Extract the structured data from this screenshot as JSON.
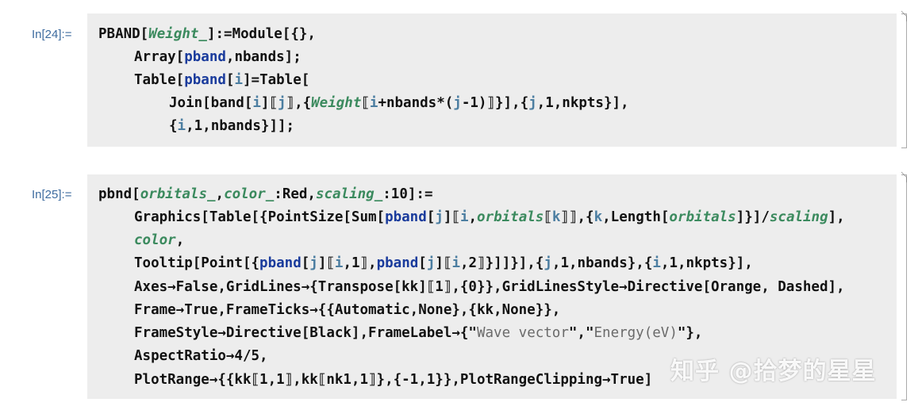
{
  "cells": [
    {
      "label": "In[24]:=",
      "lines": [
        [
          {
            "t": "PBAND[",
            "c": ""
          },
          {
            "t": "Weight_",
            "c": "g"
          },
          {
            "t": "]:=Module[{},",
            "c": ""
          }
        ],
        [
          {
            "t": "Array[",
            "c": ""
          },
          {
            "t": "pband",
            "c": "p"
          },
          {
            "t": ",nbands];",
            "c": ""
          }
        ],
        [
          {
            "t": "Table[",
            "c": ""
          },
          {
            "t": "pband",
            "c": "p"
          },
          {
            "t": "[",
            "c": ""
          },
          {
            "t": "i",
            "c": "l"
          },
          {
            "t": "]=Table[",
            "c": ""
          }
        ],
        [
          {
            "t": "Join[band[",
            "c": ""
          },
          {
            "t": "i",
            "c": "l"
          },
          {
            "t": "]⟦",
            "c": ""
          },
          {
            "t": "j",
            "c": "l"
          },
          {
            "t": "⟧,{",
            "c": ""
          },
          {
            "t": "Weight",
            "c": "g"
          },
          {
            "t": "⟦",
            "c": ""
          },
          {
            "t": "i",
            "c": "l"
          },
          {
            "t": "+nbands*(",
            "c": ""
          },
          {
            "t": "j",
            "c": "l"
          },
          {
            "t": "-1)⟧}],{",
            "c": ""
          },
          {
            "t": "j",
            "c": "l"
          },
          {
            "t": ",1,nkpts}],",
            "c": ""
          }
        ],
        [
          {
            "t": "{",
            "c": ""
          },
          {
            "t": "i",
            "c": "l"
          },
          {
            "t": ",1,nbands}]];",
            "c": ""
          }
        ]
      ]
    },
    {
      "label": "In[25]:=",
      "lines": [
        [
          {
            "t": "pbnd[",
            "c": ""
          },
          {
            "t": "orbitals_",
            "c": "g"
          },
          {
            "t": ",",
            "c": ""
          },
          {
            "t": "color_",
            "c": "g"
          },
          {
            "t": ":Red,",
            "c": ""
          },
          {
            "t": "scaling_",
            "c": "g"
          },
          {
            "t": ":10]:=",
            "c": ""
          }
        ],
        [
          {
            "t": "Graphics[Table[{PointSize[Sum[",
            "c": ""
          },
          {
            "t": "pband",
            "c": "p"
          },
          {
            "t": "[",
            "c": ""
          },
          {
            "t": "j",
            "c": "l"
          },
          {
            "t": "]⟦",
            "c": ""
          },
          {
            "t": "i",
            "c": "l"
          },
          {
            "t": ",",
            "c": ""
          },
          {
            "t": "orbitals",
            "c": "g"
          },
          {
            "t": "⟦",
            "c": ""
          },
          {
            "t": "k",
            "c": "l"
          },
          {
            "t": "⟧⟧,{",
            "c": ""
          },
          {
            "t": "k",
            "c": "l"
          },
          {
            "t": ",Length[",
            "c": ""
          },
          {
            "t": "orbitals",
            "c": "g"
          },
          {
            "t": "]}]/",
            "c": ""
          },
          {
            "t": "scaling",
            "c": "g"
          },
          {
            "t": "],",
            "c": ""
          }
        ],
        [
          {
            "t": "color",
            "c": "g"
          },
          {
            "t": ",",
            "c": ""
          }
        ],
        [
          {
            "t": "Tooltip[Point[{",
            "c": ""
          },
          {
            "t": "pband",
            "c": "p"
          },
          {
            "t": "[",
            "c": ""
          },
          {
            "t": "j",
            "c": "l"
          },
          {
            "t": "]⟦",
            "c": ""
          },
          {
            "t": "i",
            "c": "l"
          },
          {
            "t": ",1⟧,",
            "c": ""
          },
          {
            "t": "pband",
            "c": "p"
          },
          {
            "t": "[",
            "c": ""
          },
          {
            "t": "j",
            "c": "l"
          },
          {
            "t": "]⟦",
            "c": ""
          },
          {
            "t": "i",
            "c": "l"
          },
          {
            "t": ",2⟧}]]}],{",
            "c": ""
          },
          {
            "t": "j",
            "c": "l"
          },
          {
            "t": ",1,nbands},{",
            "c": ""
          },
          {
            "t": "i",
            "c": "l"
          },
          {
            "t": ",1,nkpts}],",
            "c": ""
          }
        ],
        [
          {
            "t": "Axes→False,GridLines→{Transpose[kk]⟦1⟧,{0}},GridLinesStyle→Directive[Orange, Dashed],",
            "c": ""
          }
        ],
        [
          {
            "t": "Frame→True,FrameTicks→{{Automatic,None},{kk,None}},",
            "c": ""
          }
        ],
        [
          {
            "t": "FrameStyle→Directive[Black],FrameLabel→{\"",
            "c": ""
          },
          {
            "t": "Wave vector",
            "c": "s"
          },
          {
            "t": "\",\"",
            "c": ""
          },
          {
            "t": "Energy(eV)",
            "c": "s"
          },
          {
            "t": "\"},",
            "c": ""
          }
        ],
        [
          {
            "t": "AspectRatio→4/5,",
            "c": ""
          }
        ],
        [
          {
            "t": "PlotRange→{{kk⟦1,1⟧,kk⟦nk1,1⟧},{-1,1}},PlotRangeClipping→True]",
            "c": ""
          }
        ]
      ]
    }
  ],
  "watermark": "知乎 @拾梦的星星"
}
